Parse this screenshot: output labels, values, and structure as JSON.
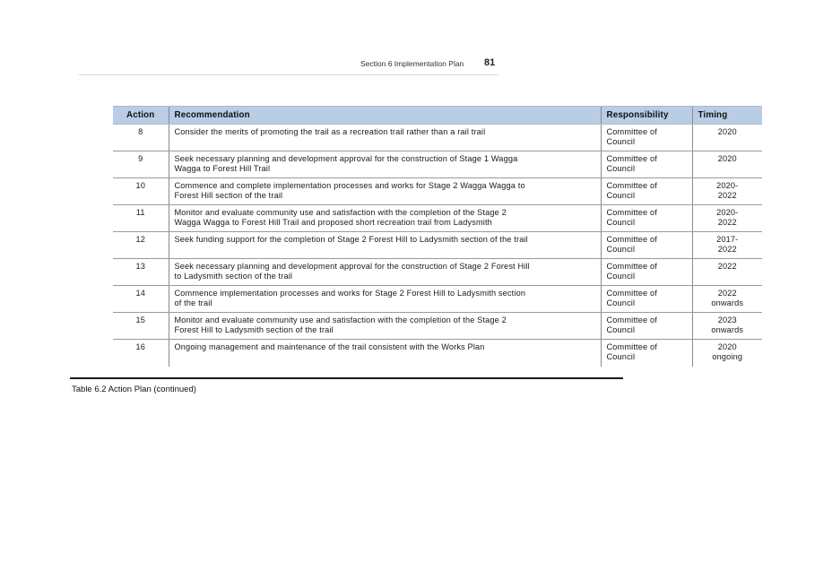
{
  "header": {
    "section_title": "Section 6 Implementation Plan",
    "page_number": "81"
  },
  "table": {
    "columns": {
      "action": "Action",
      "recommendation": "Recommendation",
      "responsibility": "Responsibility",
      "timing": "Timing"
    },
    "rows": [
      {
        "action": "8",
        "recommendation": [
          "Consider the merits of promoting the trail as a recreation trail rather than a rail trail"
        ],
        "responsibility": [
          "Committee of",
          "Council"
        ],
        "timing": [
          "2020"
        ]
      },
      {
        "action": "9",
        "recommendation": [
          "Seek necessary planning and development approval for the construction of Stage 1 Wagga",
          "Wagga to Forest Hill Trail"
        ],
        "responsibility": [
          "Committee of",
          "Council"
        ],
        "timing": [
          "2020"
        ]
      },
      {
        "action": "10",
        "recommendation": [
          "Commence and complete implementation processes and works for Stage 2 Wagga Wagga to",
          "Forest Hill section of the trail"
        ],
        "responsibility": [
          "Committee of",
          "Council"
        ],
        "timing": [
          "2020-",
          "2022"
        ]
      },
      {
        "action": "11",
        "recommendation": [
          "Monitor and evaluate community use and satisfaction with the completion of the Stage 2",
          "Wagga Wagga to Forest Hill Trail and proposed short recreation trail from Ladysmith"
        ],
        "responsibility": [
          "Committee of",
          "Council"
        ],
        "timing": [
          "2020-",
          "2022"
        ]
      },
      {
        "action": "12",
        "recommendation": [
          "Seek funding support for the completion of Stage 2 Forest Hill to Ladysmith section of the trail"
        ],
        "responsibility": [
          "Committee of",
          "Council"
        ],
        "timing": [
          "2017-",
          "2022"
        ]
      },
      {
        "action": "13",
        "recommendation": [
          "Seek necessary planning and development approval for the construction of Stage 2 Forest Hill",
          "to Ladysmith section of the trail"
        ],
        "responsibility": [
          "Committee of",
          "Council"
        ],
        "timing": [
          "2022"
        ]
      },
      {
        "action": "14",
        "recommendation": [
          "Commence implementation processes and works for Stage 2 Forest Hill to Ladysmith section",
          "of the trail"
        ],
        "responsibility": [
          "Committee of",
          "Council"
        ],
        "timing": [
          "2022",
          "onwards"
        ]
      },
      {
        "action": "15",
        "recommendation": [
          "Monitor and evaluate community use and satisfaction with the completion of the Stage 2",
          "Forest Hill to Ladysmith section of the trail"
        ],
        "responsibility": [
          "Committee of",
          "Council"
        ],
        "timing": [
          "2023",
          "onwards"
        ]
      },
      {
        "action": "16",
        "recommendation": [
          "Ongoing management and maintenance of the trail consistent with the Works Plan"
        ],
        "responsibility": [
          "Committee of",
          "Council"
        ],
        "timing": [
          "2020",
          "ongoing"
        ]
      }
    ]
  },
  "caption": "Table 6.2 Action Plan (continued)"
}
